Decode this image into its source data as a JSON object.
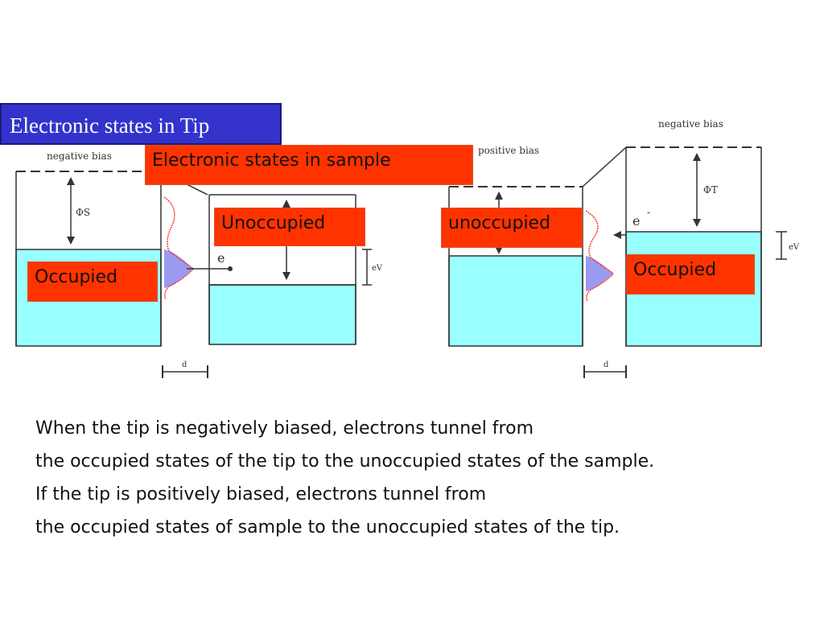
{
  "title_box": "Electronic states in Tip",
  "labels": {
    "sample_states": "Electronic states in sample",
    "unoccupied_left": "Unoccupied",
    "occupied_left": "Occupied",
    "unoccupied_right": "unoccupied",
    "occupied_right": "Occupied"
  },
  "diagram": {
    "left": {
      "bias": "negative bias",
      "phi": "ΦS",
      "electron": "e",
      "voltage": "eV",
      "gap": "d"
    },
    "right": {
      "bias_sample": "positive bias",
      "bias_tip": "negative bias",
      "phi": "ΦT",
      "electron": "e",
      "electron_sup": "-",
      "voltage": "eV",
      "gap": "d"
    }
  },
  "paragraph": [
    "When the tip is negatively biased, electrons tunnel from",
    "the occupied states of the tip to the unoccupied states of the sample.",
    "If the tip is positively biased, electrons tunnel from",
    "the occupied states of sample to the unoccupied states of the tip."
  ],
  "colors": {
    "fill": "#99ffff",
    "title_bg": "#3333cc",
    "label_bg": "#ff3300",
    "dos_fill": "#8888ee",
    "dos_curve": "#ff3333"
  }
}
